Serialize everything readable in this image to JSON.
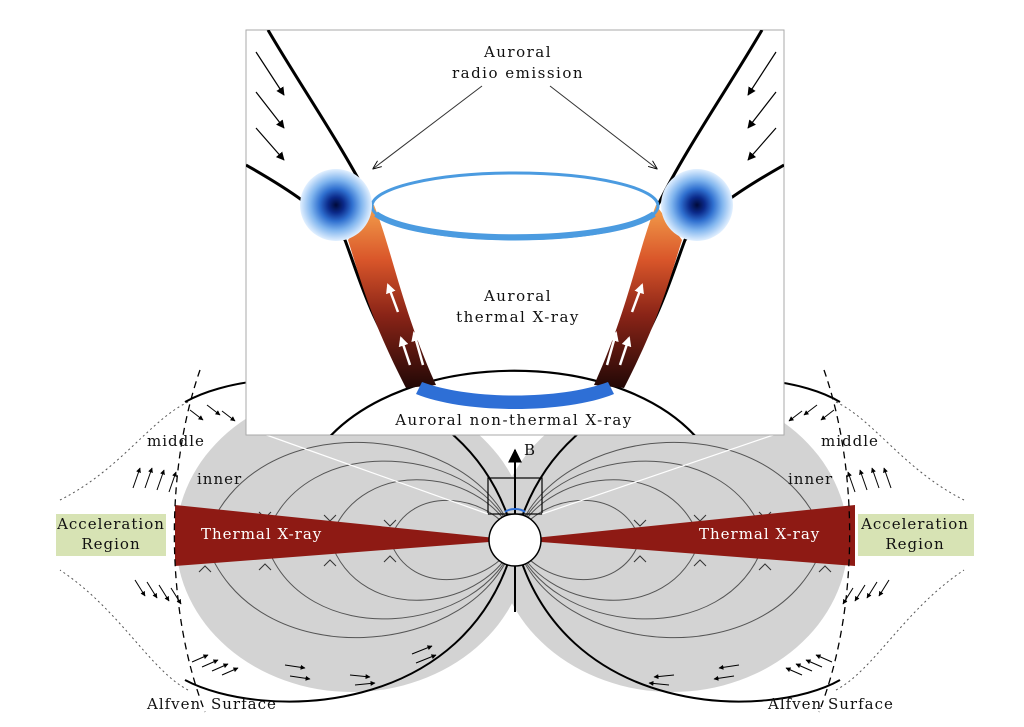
{
  "labels": {
    "radio_line1": "Auroral",
    "radio_line2": "radio emission",
    "thermal_line1": "Auroral",
    "thermal_line2": "thermal X-ray",
    "nonthermal": "Auroral non-thermal X-ray",
    "b_field": "B",
    "middle_left": "middle",
    "middle_right": "middle",
    "inner_left": "inner",
    "inner_right": "inner",
    "thermal_left": "Thermal X-ray",
    "thermal_right": "Thermal X-ray",
    "accel_left_line1": "Acceleration",
    "accel_left_line2": "Region",
    "accel_right_line1": "Acceleration",
    "accel_right_line2": "Region",
    "alfven_left_1": "Alfven",
    "alfven_left_2": "Surface",
    "alfven_right_1": "Alfven",
    "alfven_right_2": "Surface"
  },
  "colors": {
    "magnetosphere": "#d3d3d3",
    "thermal_band": "#8e1a14",
    "acceleration_region": "#d7e3b4",
    "radio_ring": "#4b9be0",
    "nonthermal_band": "#2e6fd6",
    "radio_blob_core": "#06206a",
    "auroral_column_top": "#f29a4a",
    "auroral_column_bottom": "#2a0c08"
  }
}
